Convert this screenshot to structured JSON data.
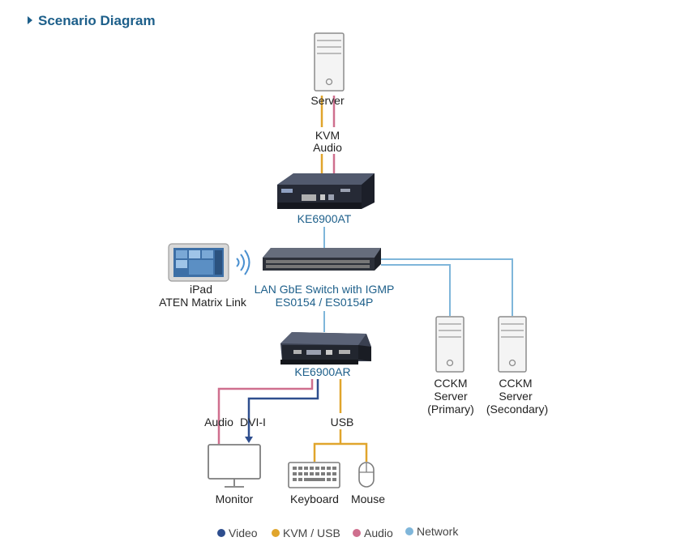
{
  "header": {
    "title": "Scenario Diagram"
  },
  "nodes": {
    "server": "Server",
    "kvm": "KVM",
    "audio_top": "Audio",
    "ke6900at": "KE6900AT",
    "ipad": "iPad",
    "aten_matrix_link": "ATEN Matrix Link",
    "switch_line1": "LAN GbE Switch with IGMP",
    "switch_line2": "ES0154 / ES0154P",
    "ke6900ar": "KE6900AR",
    "cckm_primary": [
      "CCKM",
      "Server",
      "(Primary)"
    ],
    "cckm_secondary": [
      "CCKM",
      "Server",
      "(Secondary)"
    ],
    "audio_bottom": "Audio",
    "dvi": "DVI-I",
    "usb": "USB",
    "monitor": "Monitor",
    "keyboard": "Keyboard",
    "mouse": "Mouse"
  },
  "legend": [
    {
      "label": "Video",
      "color": "#2e4e8e"
    },
    {
      "label": "KVM / USB",
      "color": "#e0a52c"
    },
    {
      "label": "Audio",
      "color": "#cf6f8e"
    },
    {
      "label": "Network",
      "color": "#7fb6da"
    }
  ],
  "colors": {
    "video": "#2e4e8e",
    "kvm_usb": "#e0a52c",
    "audio": "#cf6f8e",
    "network": "#7fb6da",
    "title_accent": "#1d5f8a"
  }
}
